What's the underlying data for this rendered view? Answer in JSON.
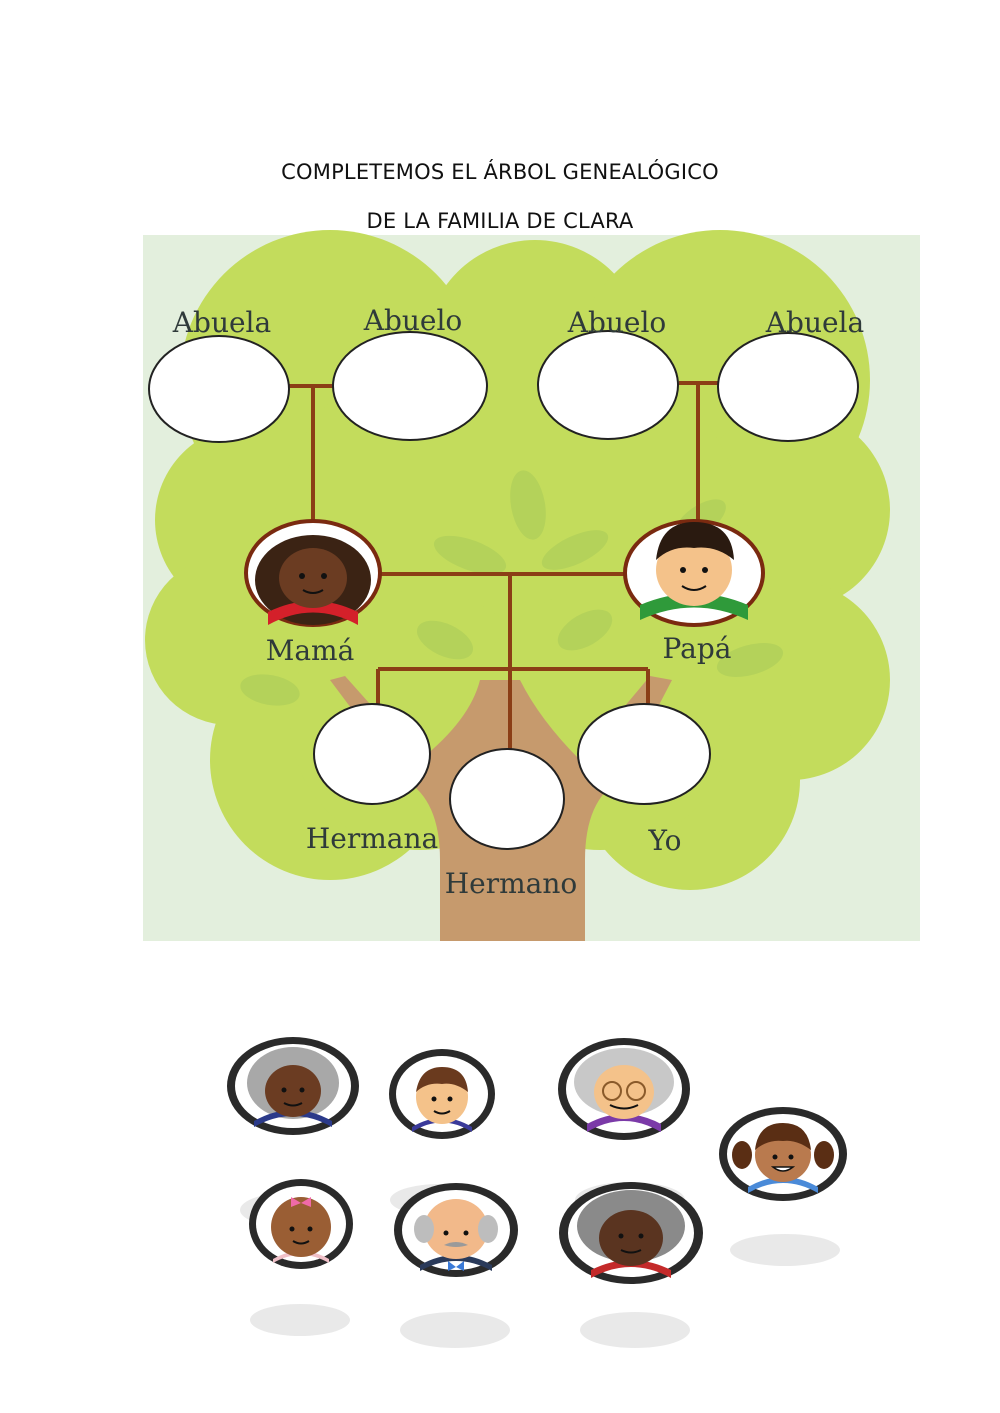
{
  "title": {
    "line1": "COMPLETEMOS EL ÁRBOL GENEALÓGICO",
    "line2": "DE LA FAMILIA DE CLARA"
  },
  "tree": {
    "labels": {
      "grandma_left": "Abuela",
      "grandpa_left": "Abuelo",
      "grandpa_right": "Abuelo",
      "grandma_right": "Abuela",
      "mom": "Mamá",
      "dad": "Papá",
      "sister": "Hermana",
      "brother": "Hermano",
      "me": "Yo"
    },
    "colors": {
      "background": "#e3efdd",
      "canopy": "#c3dc5c",
      "leaf": "#adcd4f",
      "trunk": "#c69a6d",
      "branch": "#8b3e16"
    }
  },
  "tokens": [
    {
      "id": "grandma-gray",
      "icon": "grandmother-gray-hair-avatar"
    },
    {
      "id": "boy",
      "icon": "boy-avatar"
    },
    {
      "id": "grandpa-glasses",
      "icon": "grandfather-glasses-avatar"
    },
    {
      "id": "girl-pigtails",
      "icon": "girl-pigtails-avatar"
    },
    {
      "id": "baby",
      "icon": "baby-girl-avatar"
    },
    {
      "id": "grandpa-bald",
      "icon": "bald-grandfather-avatar"
    },
    {
      "id": "grandma-dark",
      "icon": "grandmother-dark-skin-avatar"
    }
  ]
}
